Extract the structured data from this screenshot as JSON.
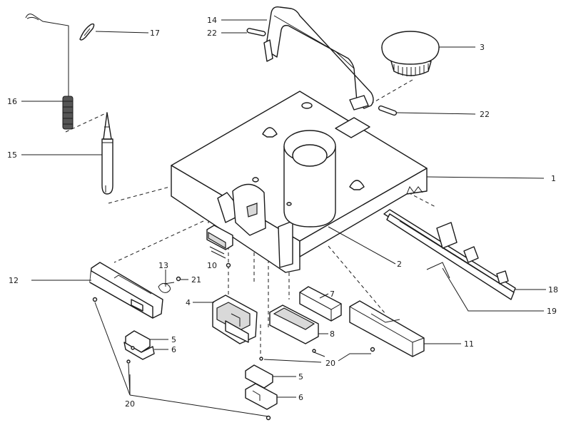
{
  "callouts": [
    {
      "id": "c1",
      "text": "1"
    },
    {
      "id": "c2",
      "text": "2"
    },
    {
      "id": "c3",
      "text": "3"
    },
    {
      "id": "c4",
      "text": "4"
    },
    {
      "id": "c5a",
      "text": "5"
    },
    {
      "id": "c5b",
      "text": "5"
    },
    {
      "id": "c6a",
      "text": "6"
    },
    {
      "id": "c6b",
      "text": "6"
    },
    {
      "id": "c7",
      "text": "7"
    },
    {
      "id": "c8",
      "text": "8"
    },
    {
      "id": "c10",
      "text": "10"
    },
    {
      "id": "c11",
      "text": "11"
    },
    {
      "id": "c12",
      "text": "12"
    },
    {
      "id": "c13",
      "text": "13"
    },
    {
      "id": "c14",
      "text": "14"
    },
    {
      "id": "c15",
      "text": "15"
    },
    {
      "id": "c16",
      "text": "16"
    },
    {
      "id": "c17",
      "text": "17"
    },
    {
      "id": "c18",
      "text": "18"
    },
    {
      "id": "c19",
      "text": "19"
    },
    {
      "id": "c20a",
      "text": "20"
    },
    {
      "id": "c20b",
      "text": "20"
    },
    {
      "id": "c21",
      "text": "21"
    },
    {
      "id": "c22a",
      "text": "22"
    },
    {
      "id": "c22b",
      "text": "22"
    }
  ]
}
